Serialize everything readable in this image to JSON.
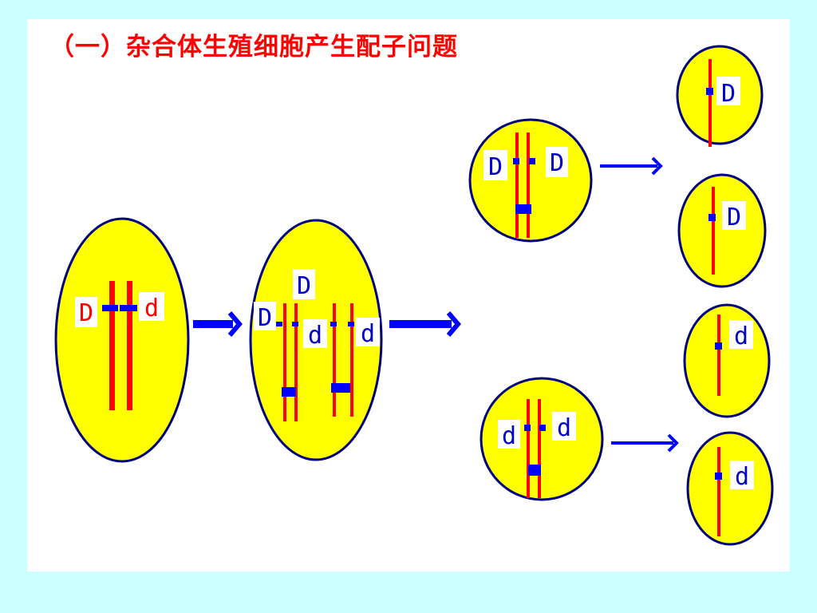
{
  "title": "（一）杂合体生殖细胞产生配子问题",
  "colors": {
    "background": "#ccffff",
    "panel": "#ffffff",
    "title": "#ff0000",
    "cell_fill": "#ffff00",
    "cell_outline": "#000080",
    "chromosome": "#ff0000",
    "centromere": "#0000ff",
    "arrow": "#0000ff",
    "label_dominant": "#0000cc",
    "label_d_first_cell": "#ff0000"
  },
  "alleles": {
    "dominant": "D",
    "recessive": "d"
  },
  "cells": {
    "parent": {
      "left_label": "D",
      "right_label": "d"
    },
    "replicated": {
      "top_label": "D",
      "left_label": "D",
      "mid_label": "d",
      "right_label": "d"
    },
    "secondary_top": {
      "left_label": "D",
      "right_label": "D"
    },
    "secondary_bottom": {
      "left_label": "d",
      "right_label": "d"
    },
    "gametes": [
      {
        "label": "D"
      },
      {
        "label": "D"
      },
      {
        "label": "d"
      },
      {
        "label": "d"
      }
    ]
  }
}
